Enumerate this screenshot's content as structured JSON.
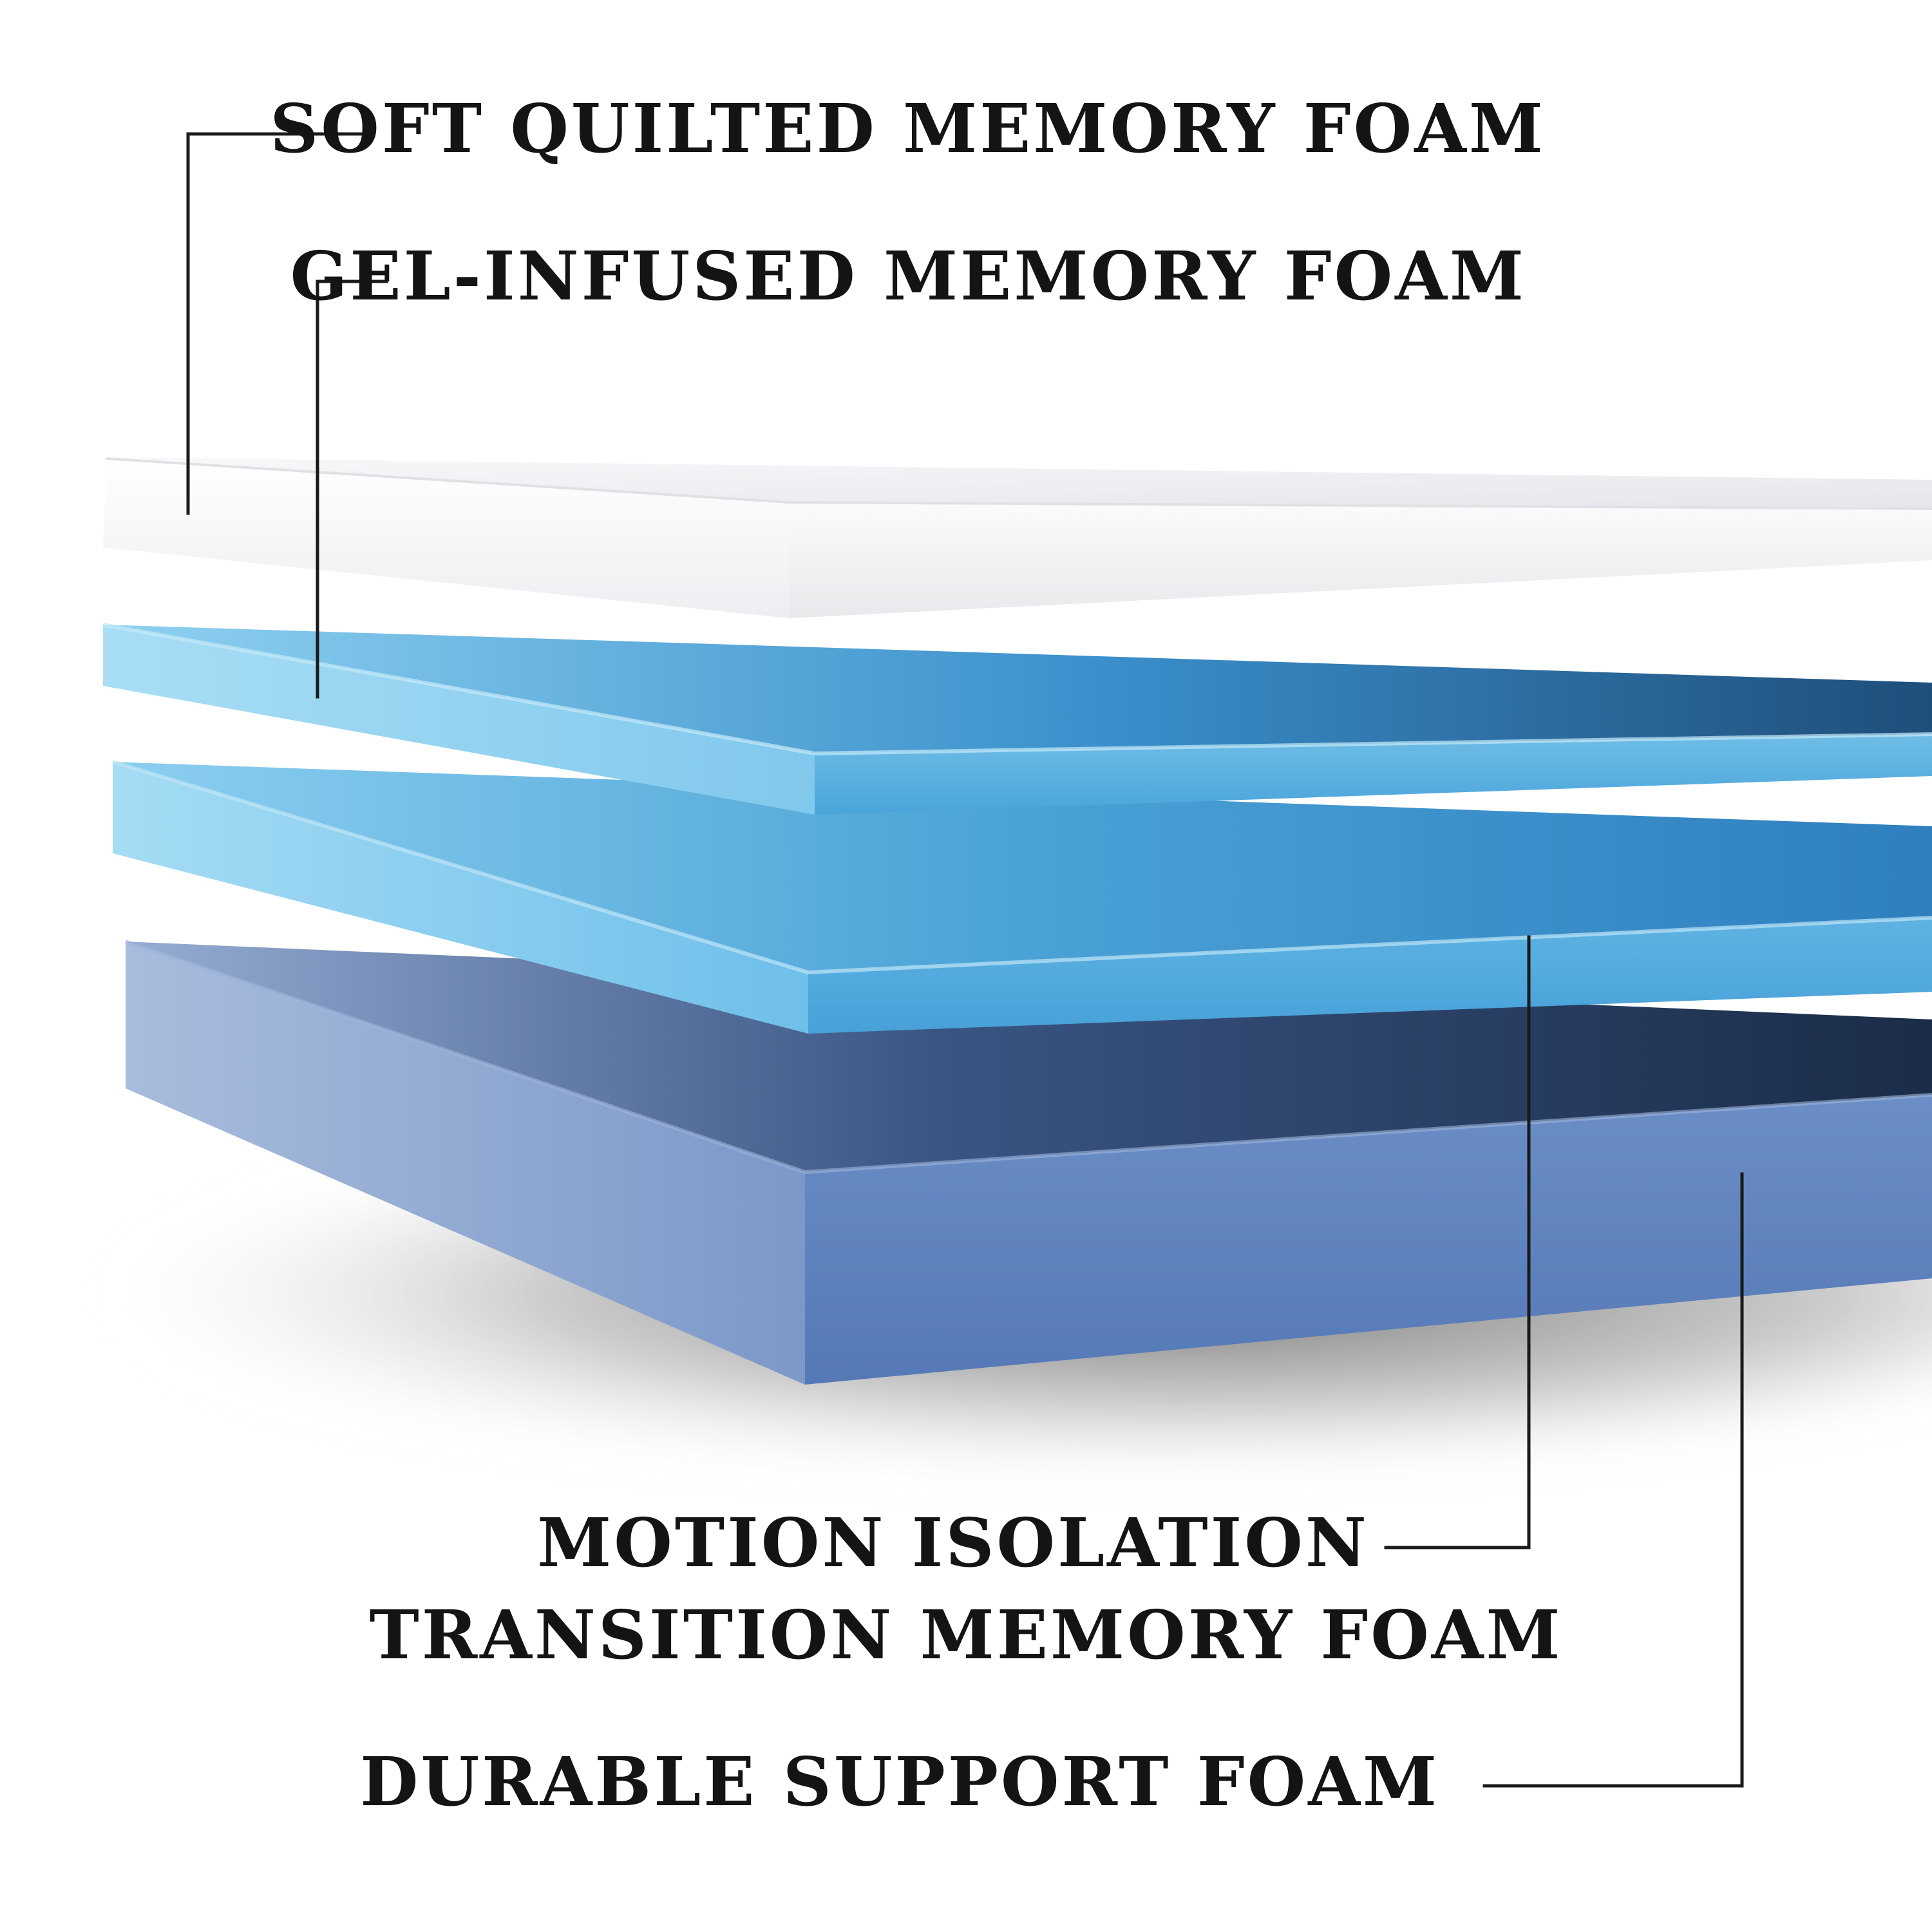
{
  "labels": {
    "soft_quilted": "SOFT QUILTED MEMORY FOAM",
    "gel_infused": "GEL-INFUSED MEMORY FOAM",
    "motion_line1": "MOTION ISOLATION",
    "motion_line2": "TRANSITION MEMORY FOAM",
    "durable_support": "DURABLE SUPPORT FOAM"
  },
  "colors": {
    "text": "#141414",
    "leader_line": "#1a1a1a",
    "layer_white_top": "#f1f2f4",
    "layer_white_side": "#ffffff",
    "layer_gel_top": "#4d9fd4",
    "layer_gel_side": "#8fd0f0",
    "layer_transition_top": "#4fa6d8",
    "layer_transition_side": "#78c6ec",
    "layer_support_top": "#6f92c4",
    "layer_support_side": "#5e83bd",
    "shadow": "#8a8a8a"
  },
  "layers": [
    {
      "name": "soft-quilted-memory-foam-layer",
      "color_key": "white"
    },
    {
      "name": "gel-infused-memory-foam-layer",
      "color_key": "gel"
    },
    {
      "name": "transition-memory-foam-layer",
      "color_key": "transition"
    },
    {
      "name": "durable-support-foam-layer",
      "color_key": "support"
    }
  ]
}
